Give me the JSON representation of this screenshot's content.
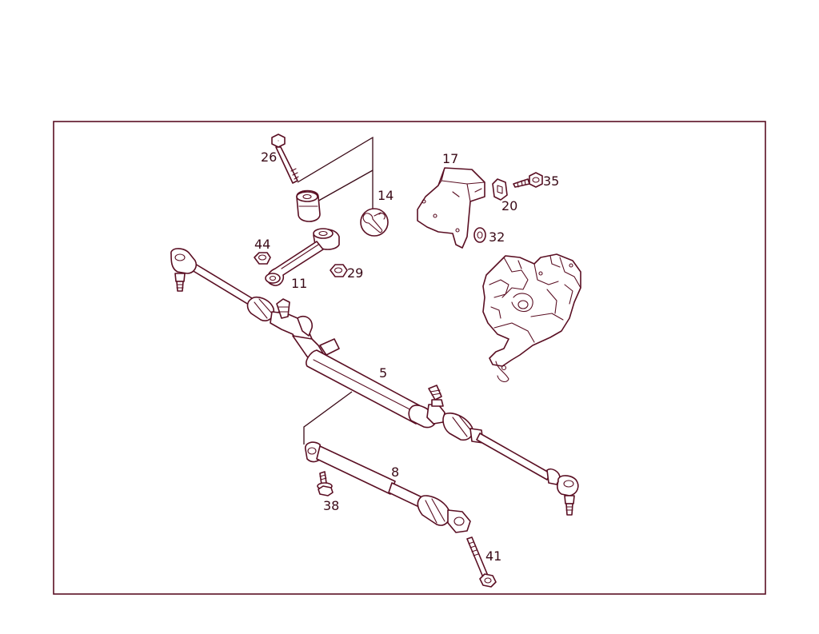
{
  "diagram": {
    "ink_color": "#5a0f23",
    "background": "#ffffff",
    "callouts": {
      "c26": "26",
      "c14": "14",
      "c44": "44",
      "c11": "11",
      "c29": "29",
      "c17": "17",
      "c35": "35",
      "c20": "20",
      "c32": "32",
      "c5": "5",
      "c8": "8",
      "c38": "38",
      "c41": "41"
    }
  }
}
